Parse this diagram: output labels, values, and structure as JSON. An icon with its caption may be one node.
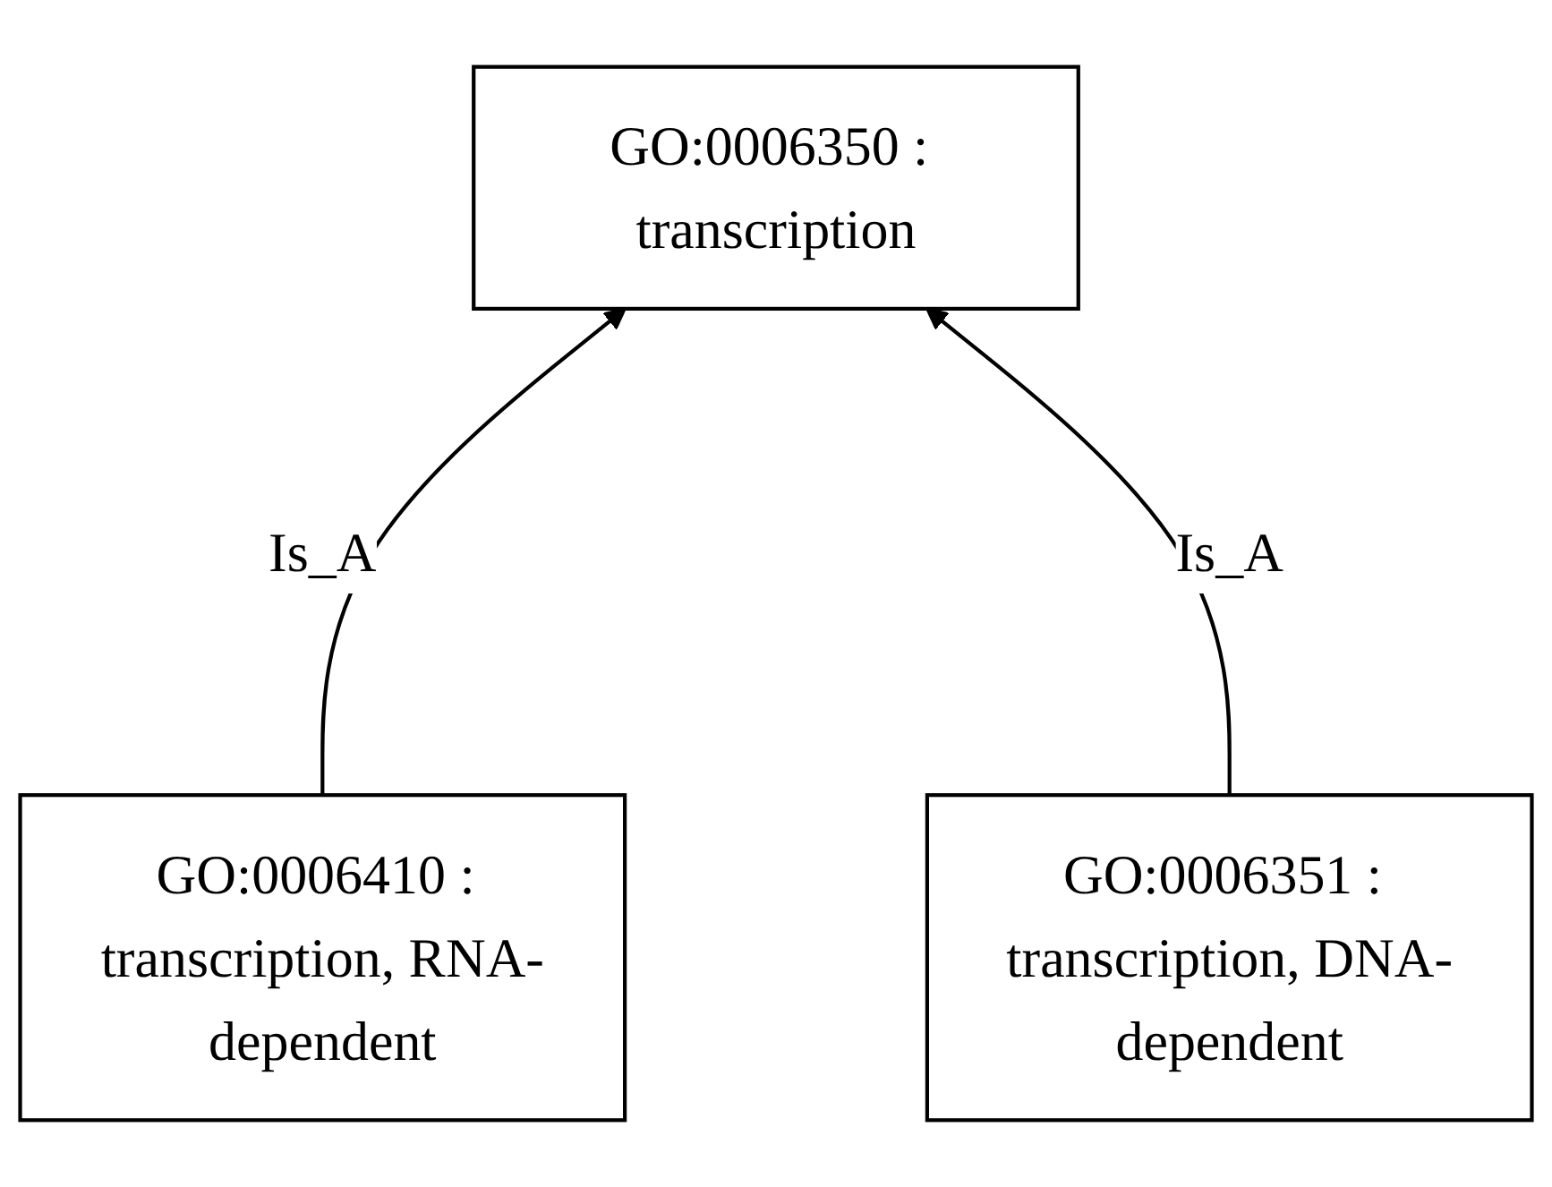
{
  "diagram": {
    "nodes": [
      {
        "text": [
          "GO:0006350 : transcription"
        ]
      },
      {
        "text": [
          "GO:0006410 : transcription, RNA-dependent"
        ]
      },
      {
        "text": [
          "GO:0006351 : transcription, DNA-dependent"
        ]
      }
    ],
    "edges": [
      {
        "from": 1,
        "to": 0,
        "arrow": "to",
        "label": "Is_A"
      },
      {
        "from": 2,
        "to": 0,
        "arrow": "to",
        "label": "Is_A"
      }
    ]
  }
}
